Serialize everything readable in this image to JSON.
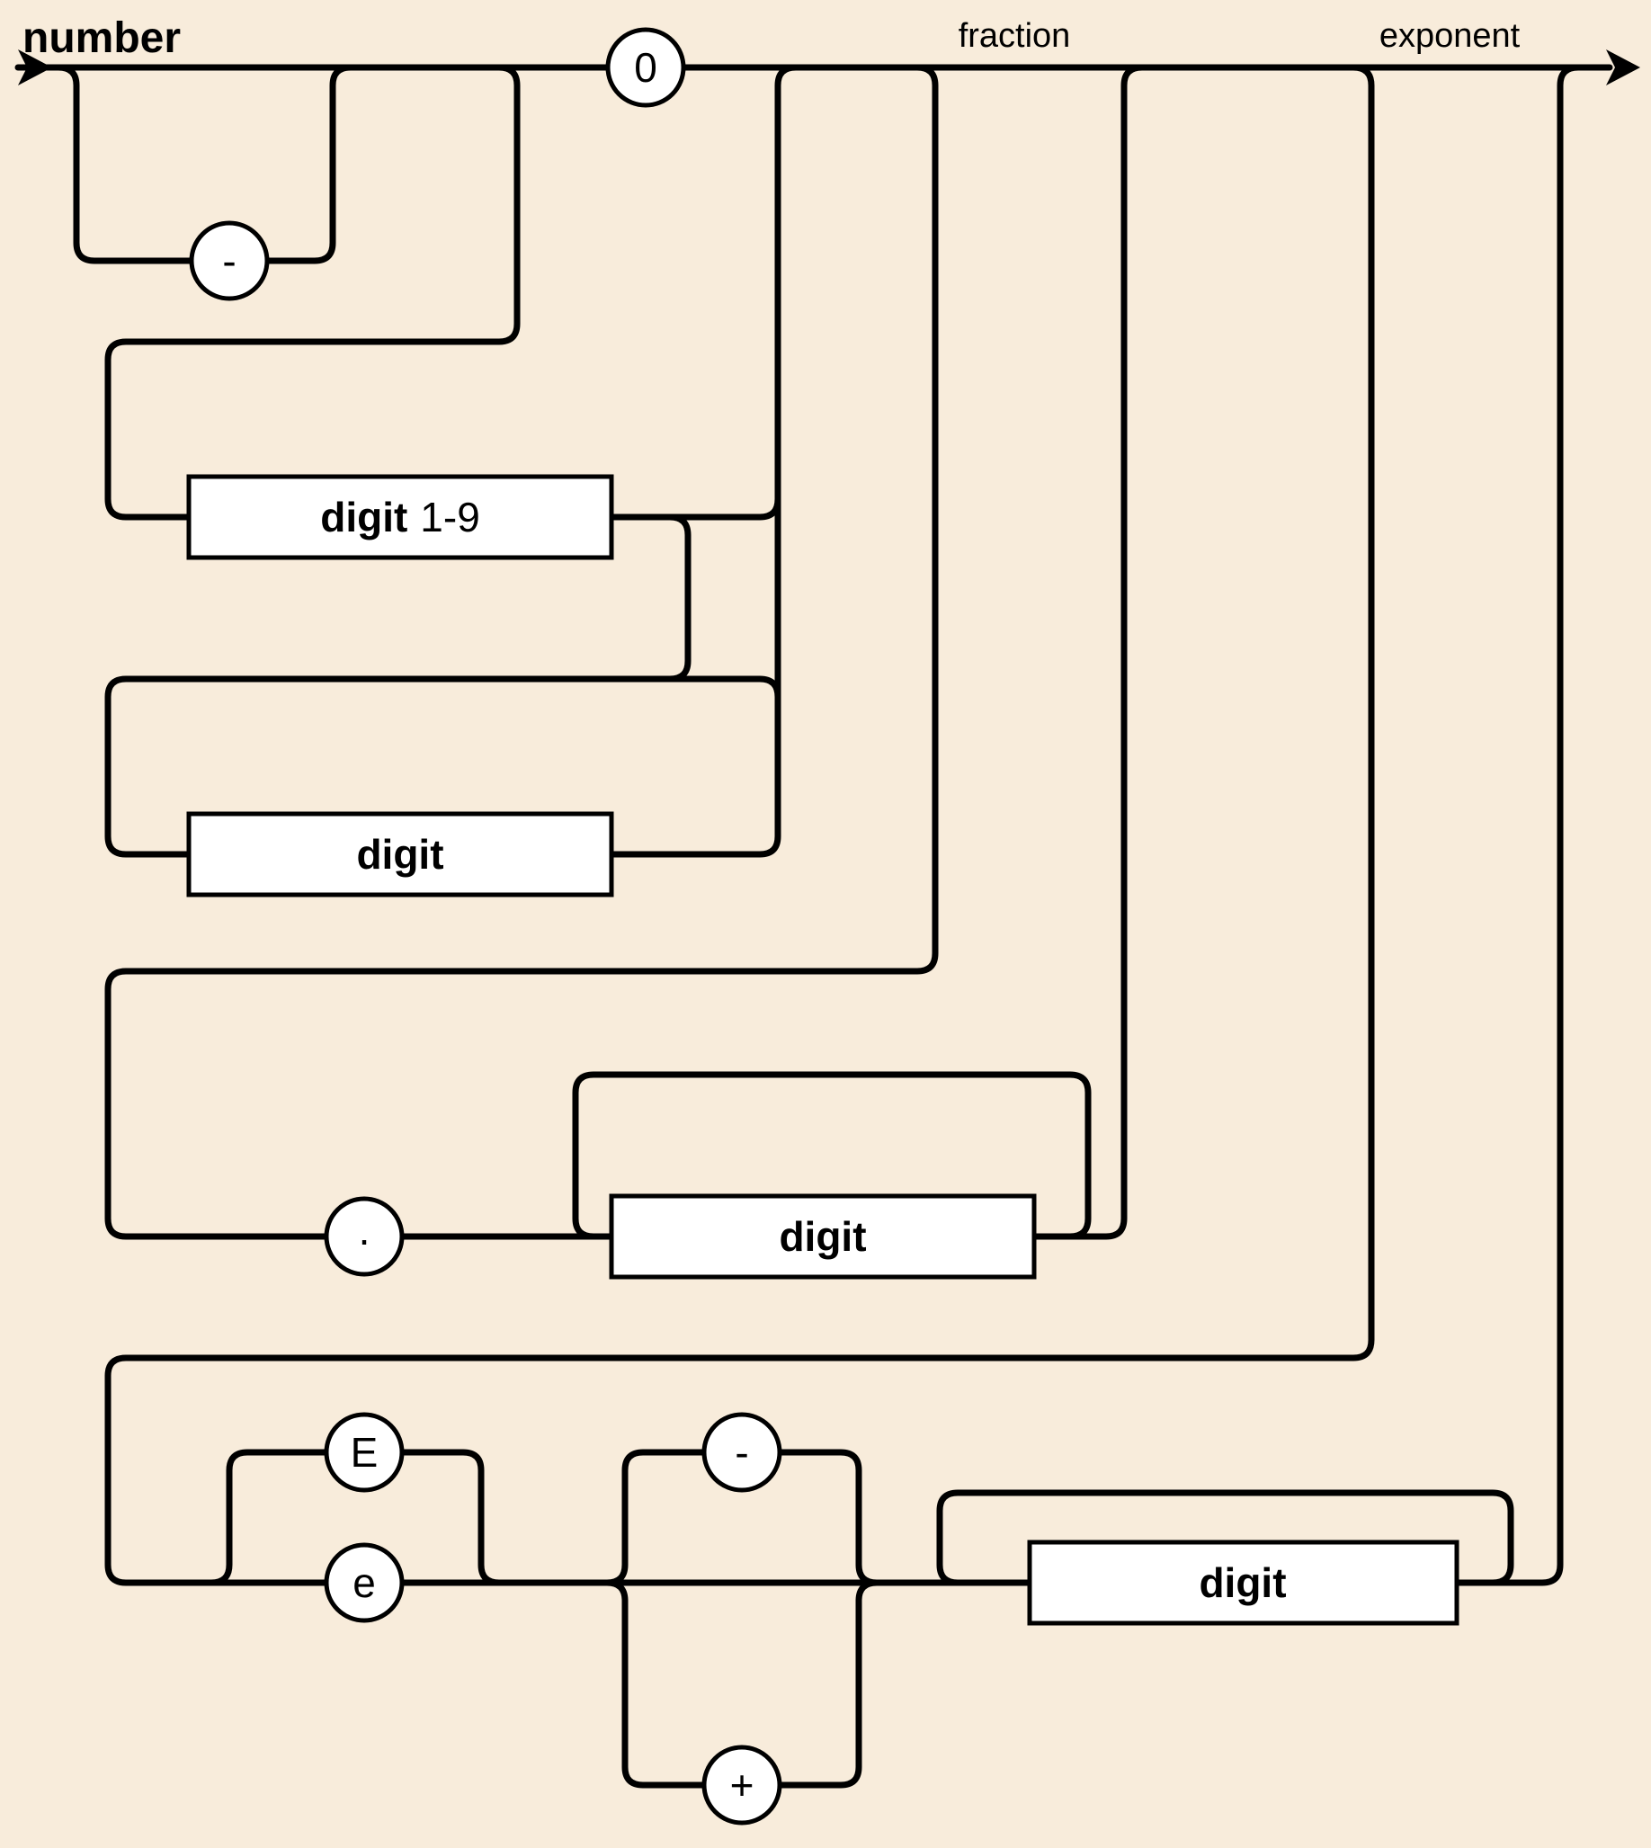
{
  "colors": {
    "background": "#f8ecdb",
    "track": "#000000",
    "node_fill": "#ffffff",
    "text": "#000000"
  },
  "diagram": {
    "title": "number",
    "top_labels": {
      "fraction": "fraction",
      "exponent": "exponent"
    },
    "terminals": {
      "zero": "0",
      "minus": "-",
      "decimal_point": ".",
      "exponent_e_upper": "E",
      "exponent_e_lower": "e",
      "exponent_minus": "-",
      "exponent_plus": "+"
    },
    "nonterminals": {
      "digit_1_9": {
        "name": "digit",
        "range": "1-9"
      },
      "integer_digit": "digit",
      "fraction_digit": "digit",
      "exponent_digit": "digit"
    }
  }
}
